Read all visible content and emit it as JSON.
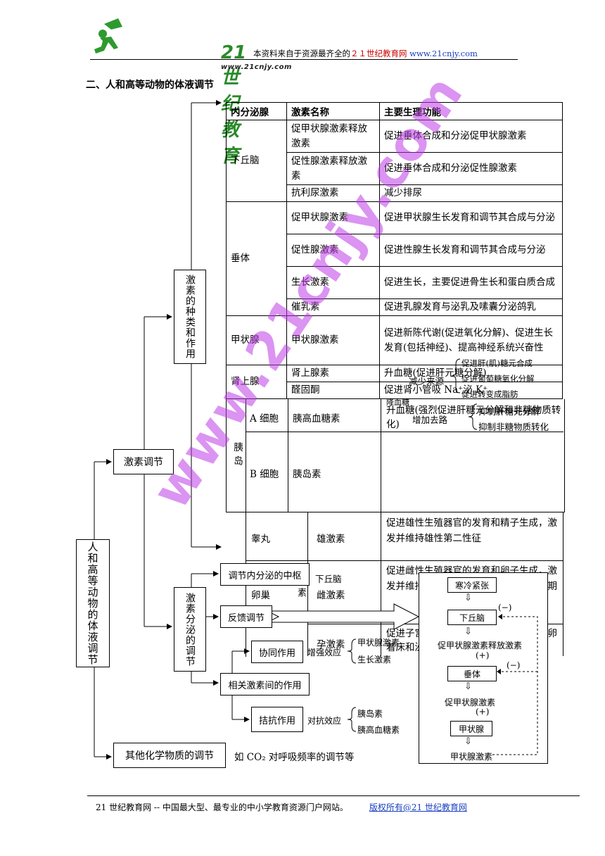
{
  "header": {
    "logo_brand": "21世纪教育",
    "logo_url": "www.21cnjy.com",
    "source_prefix": "本资料来自于资源最齐全的",
    "source_site": "２１世纪教育网",
    "source_url": "www.21cnjy.com"
  },
  "section_title": "二、人和高等动物的体液调节",
  "tree": {
    "root": "人和高等动物的体液调节",
    "hormone_reg": "激素调节",
    "hormone_types": "激素的种类和作用",
    "hormone_secretion": "激素分泌的调节",
    "center": "调节内分泌的中枢",
    "center_value": "下丘脑",
    "feedback": "反馈调节",
    "related": "相关激素间的作用",
    "synergy": "协同作用",
    "synergy_effect": "增强效应",
    "synergy_items": [
      "甲状腺激素",
      "生长激素"
    ],
    "antagonism": "拮抗作用",
    "antagonism_effect": "对抗效应",
    "antagonism_items": [
      "胰岛素",
      "胰高血糖素"
    ],
    "other_chem": "其他化学物质的调节",
    "other_chem_note": "如 CO₂ 对呼吸频率的调节等"
  },
  "table": {
    "headers": [
      "内分泌腺",
      "激素名称",
      "主要生理功能"
    ],
    "hypothalamus": "下丘脑",
    "trh": "促甲状腺激素释放激素",
    "trh_fn": "促进垂体合成和分泌促甲状腺激素",
    "gnrh": "促性腺激素释放激素",
    "gnrh_fn": "促进垂体合成和分泌促性腺激素",
    "adh": "抗利尿激素",
    "adh_fn": "减少排尿",
    "pituitary": "垂体",
    "tsh": "促甲状腺激素",
    "tsh_fn": "促进甲状腺生长发育和调节其合成与分泌",
    "gth": "促性腺激素",
    "gth_fn": "促进性腺生长发育和调节其合成与分泌",
    "gh": "生长激素",
    "gh_fn": "促进生长，主要促进骨生长和蛋白质合成",
    "prl": "催乳素",
    "prl_fn": "促进乳腺发育与泌乳及嗉囊分泌鸽乳",
    "thyroid": "甲状腺",
    "th": "甲状腺激素",
    "th_fn": "促进新陈代谢(促进氧化分解)、促进生长发育(包括神经)、提高神经系统兴奋性",
    "adrenal": "肾上腺",
    "adr": "肾上腺素",
    "adr_fn": "升血糖(促进肝元糖分解)",
    "ald": "醛固酮",
    "ald_fn": "促进肾小管吸 Na⁺泌 K⁺",
    "islet": "胰岛",
    "a_cell": "A 细胞",
    "glucagon": "胰高血糖素",
    "glucagon_fn": "升血糖(强烈促进肝糖元分解和非糖物质转化)",
    "b_cell": "B 细胞",
    "insulin": "胰岛素",
    "testis": "睾丸",
    "androgen": "雄激素",
    "androgen_fn": "促进雄性生殖器官的发育和精子生成，激发并维持雄性第二性征",
    "ovary": "卵巢",
    "sex_hormone": "激素",
    "estrogen": "雌激素",
    "estrogen_fn": "促进雌性生殖器官的发育和卵子生成，激发并维持雌性第二性征，维持正常性周期",
    "progesterone": "孕激素",
    "progesterone_fn": "促进子宫内膜和乳腺生长发育，为受精卵着床和泌乳准备条件"
  },
  "insulin_overlay": {
    "reduce_source": "减少来源",
    "increase_sink": "增加去路",
    "lower_glucose": "降血糖",
    "items_top": [
      "促进肝(肌)糖元合成",
      "促进葡萄糖氧化分解",
      "促进转变成脂肪"
    ],
    "items_bottom": [
      "抑制肝糖元分解",
      "抑制非糖物质转化"
    ]
  },
  "flow": {
    "cold": "寒冷紧张",
    "hypothalamus": "下丘脑",
    "trh": "促甲状腺激素释放激素",
    "pituitary": "垂体",
    "tsh": "促甲状腺激素",
    "thyroid": "甲状腺",
    "th": "甲状腺激素",
    "plus": "(+)",
    "minus": "(−)"
  },
  "watermark": "www.21cnjy.com",
  "footer": {
    "left": "21 世纪教育网  --  中国最大型、最专业的中小学教育资源门户网站。",
    "right": "版权所有@21 世纪教育网"
  }
}
